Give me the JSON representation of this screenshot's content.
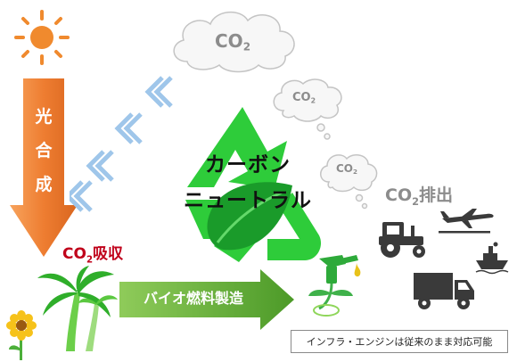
{
  "photosynthesis": {
    "chars": [
      "光",
      "合",
      "成"
    ]
  },
  "clouds": {
    "main": {
      "base": "CO",
      "sub": "2"
    },
    "bubble1": {
      "base": "CO",
      "sub": "2"
    },
    "bubble2": {
      "base": "CO",
      "sub": "2"
    }
  },
  "absorption": {
    "base": "CO",
    "sub": "2",
    "suffix": "吸収"
  },
  "emission": {
    "base": "CO",
    "sub": "2",
    "suffix": "排出"
  },
  "center": {
    "line1": "カーボン",
    "line2": "ニュートラル"
  },
  "biofuel": {
    "label": "バイオ燃料製造"
  },
  "note": {
    "text": "インフラ・エンジンは従来のまま対応可能"
  },
  "colors": {
    "sun": "#f08a2e",
    "arrow_orange": "#ee7d31",
    "recycle_green": "#2ecc3a",
    "leaf_dark": "#1a9b2a",
    "biofuel_green": "#5da832",
    "absorb_red": "#c0001a",
    "emission_gray": "#8c8c8c",
    "chevron_blue": "#9fc6ea",
    "vehicle_dark": "#3a3a3a",
    "palm_green": "#4cc03a"
  }
}
